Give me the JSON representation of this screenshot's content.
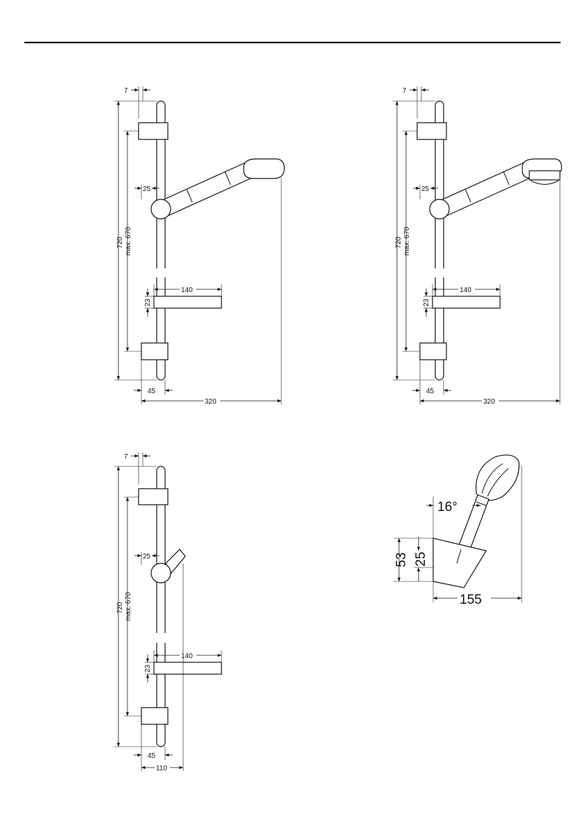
{
  "drawings": {
    "top_left": {
      "dims": {
        "d7": "7",
        "d720": "720",
        "dmax670": "max. 670",
        "d25": "25",
        "d140": "140",
        "d23": "23",
        "d45": "45",
        "d320": "320"
      }
    },
    "top_right": {
      "dims": {
        "d7": "7",
        "d720": "720",
        "dmax670": "max. 670",
        "d25": "25",
        "d140": "140",
        "d23": "23",
        "d45": "45",
        "d320": "320"
      }
    },
    "bottom_left": {
      "dims": {
        "d7": "7",
        "d720": "720",
        "dmax670": "max. 670",
        "d25": "25",
        "d140": "140",
        "d23": "23",
        "d45": "45",
        "d110": "110"
      }
    },
    "bottom_right": {
      "dims": {
        "angle": "16°",
        "d53": "53",
        "d25": "25",
        "d155": "155"
      }
    }
  },
  "colors": {
    "line": "#111111",
    "background": "#ffffff"
  }
}
